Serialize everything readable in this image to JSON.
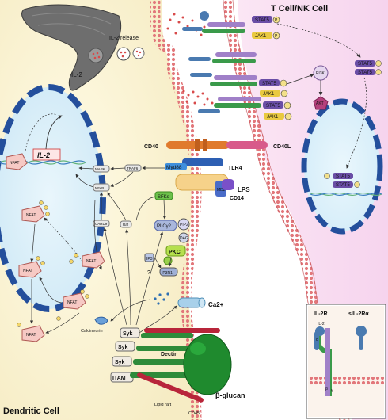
{
  "titles": {
    "t_cell": "T Cell/NK Cell",
    "dendritic_cell": "Dendritic Cell"
  },
  "labels": {
    "il2_golgi": "IL-2",
    "il2_release": "IL-2 release",
    "il2_gene": "IL-2",
    "stat5": "STAT5",
    "jak1": "JAK1",
    "p": "P",
    "pi3k": "PI3K",
    "akt": "AKT",
    "cd40": "CD40",
    "cd40l": "CD40L",
    "myd88": "Myd88",
    "tlr4": "TLR4",
    "md2": "MD2",
    "lps": "LPS",
    "cd14": "CD14",
    "sfks": "SFKs",
    "pip2": "PIP2",
    "plcy2": "PLCγ2",
    "dag": "DAG",
    "pkc": "PKC",
    "ip3": "IP3",
    "ip3r1": "IP3R1",
    "question": "?",
    "ca": "Ca2+",
    "mapk": "MAPK",
    "traf6": "TRAF6",
    "nfkb": "NFκB",
    "card9": "CARD9",
    "raf": "Raf",
    "calcineurin": "Calcineurin",
    "nfat": "NFAT",
    "syk": "Syk",
    "itam": "ITAM",
    "dectin": "Dectin",
    "beta_glucan": "β-glucan",
    "lipid_raft": "Lipid raft",
    "cd45": "CD45"
  },
  "inset": {
    "il2r": "IL-2R",
    "sil2ra": "sIL-2Rα",
    "il2": "IL-2",
    "alpha": "α",
    "beta": "β",
    "gamma": "γ"
  }
}
